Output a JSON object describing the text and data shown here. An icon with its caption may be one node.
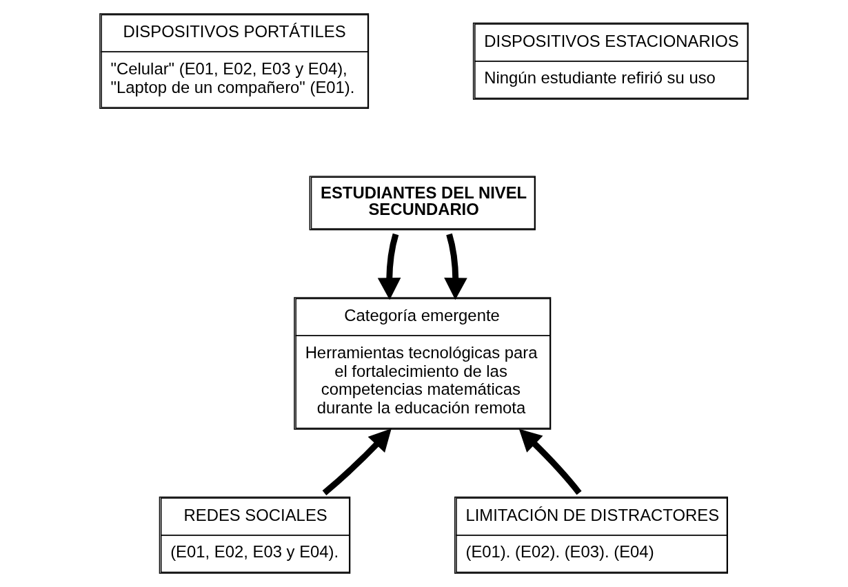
{
  "diagram": {
    "nodes": [
      {
        "text": [
          "DISPOSITIVOS PORTÁTILES",
          "\"Celular\" (E01, E02, E03 y E04), \"Laptop de un compañero\" (E01)."
        ]
      },
      {
        "text": [
          "DISPOSITIVOS ESTACIONARIOS",
          "Ningún estudiante refirió su uso"
        ]
      },
      {
        "text": [
          "ESTUDIANTES DEL NIVEL SECUNDARIO"
        ]
      },
      {
        "text": [
          "Categoría emergente",
          "Herramientas tecnológicas para el fortalecimiento de las competencias matemáticas durante la educación remota"
        ]
      },
      {
        "text": [
          "REDES SOCIALES",
          "(E01, E02, E03 y E04)."
        ]
      },
      {
        "text": [
          "LIMITACIÓN DE DISTRACTORES",
          "(E01). (E02). (E03). (E04)"
        ]
      }
    ],
    "edges": [
      {
        "from": 2,
        "to": 3,
        "arrow": "to"
      },
      {
        "from": 2,
        "to": 3,
        "arrow": "to"
      },
      {
        "from": 4,
        "to": 3,
        "arrow": "to"
      },
      {
        "from": 5,
        "to": 3,
        "arrow": "to"
      }
    ]
  }
}
